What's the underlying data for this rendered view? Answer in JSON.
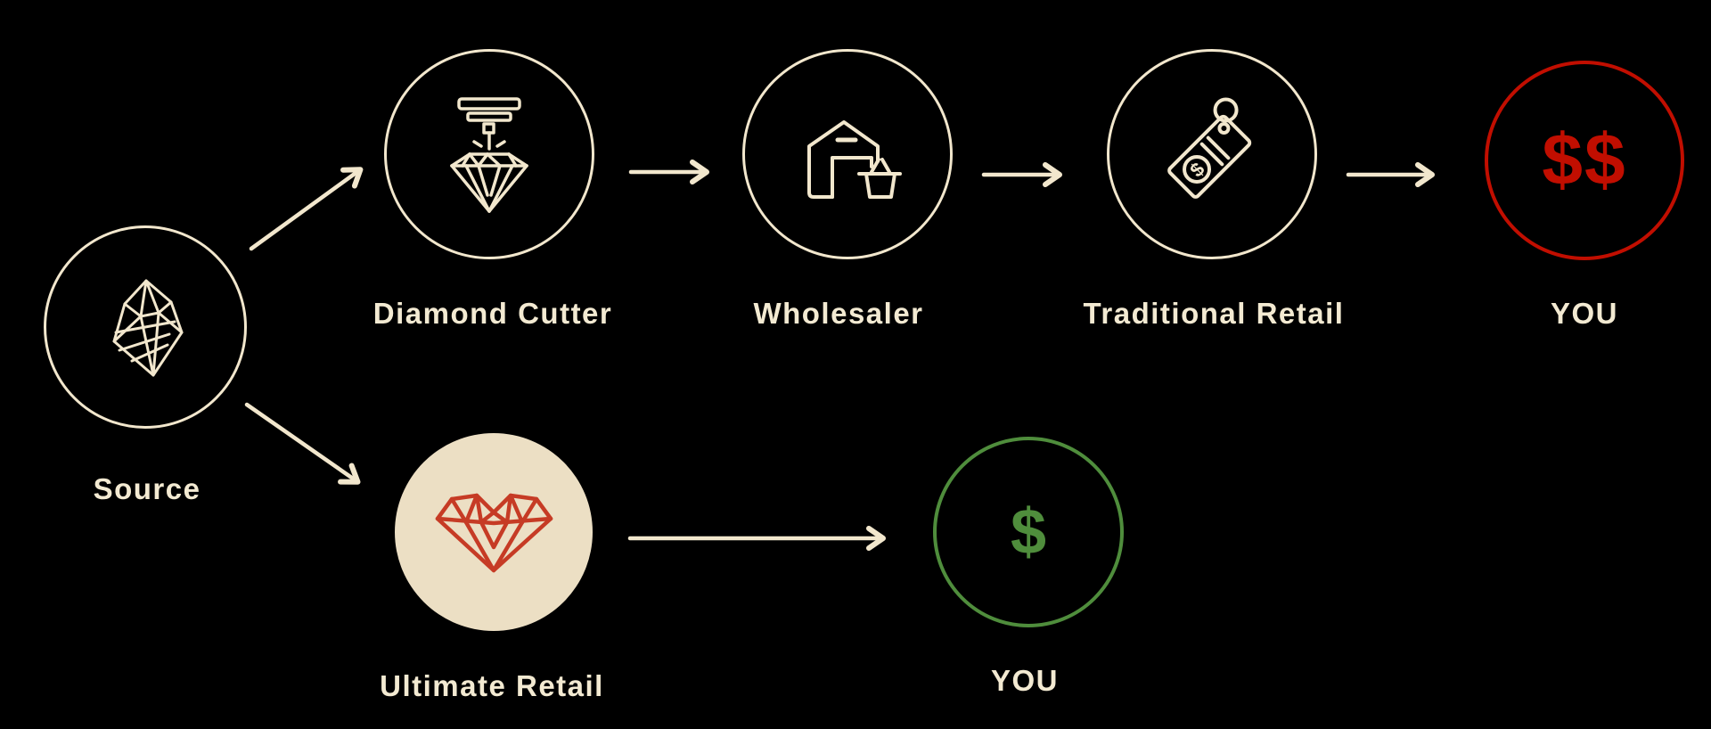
{
  "palette": {
    "background": "#000000",
    "cream": "#f2e7cd",
    "cream_fill": "#ecdfc4",
    "red": "#c10e00",
    "heart_red": "#c63b25",
    "green": "#4f8d3c"
  },
  "nodes": {
    "source": {
      "label": "Source",
      "icon": "rough-diamond-icon"
    },
    "diamond_cutter": {
      "label": "Diamond Cutter",
      "icon": "diamond-cutter-press-icon"
    },
    "wholesaler": {
      "label": "Wholesaler",
      "icon": "warehouse-basket-icon"
    },
    "traditional_retail": {
      "label": "Traditional Retail",
      "icon": "price-tag-icon"
    },
    "you_traditional": {
      "label": "YOU",
      "symbol": "$$"
    },
    "ultimate_retail": {
      "label": "Ultimate Retail",
      "icon": "heart-diamond-icon"
    },
    "you_ultimate": {
      "label": "YOU",
      "symbol": "$"
    }
  },
  "edges": [
    {
      "from": "source",
      "to": "diamond_cutter"
    },
    {
      "from": "diamond_cutter",
      "to": "wholesaler"
    },
    {
      "from": "wholesaler",
      "to": "traditional_retail"
    },
    {
      "from": "traditional_retail",
      "to": "you_traditional"
    },
    {
      "from": "source",
      "to": "ultimate_retail"
    },
    {
      "from": "ultimate_retail",
      "to": "you_ultimate"
    }
  ]
}
